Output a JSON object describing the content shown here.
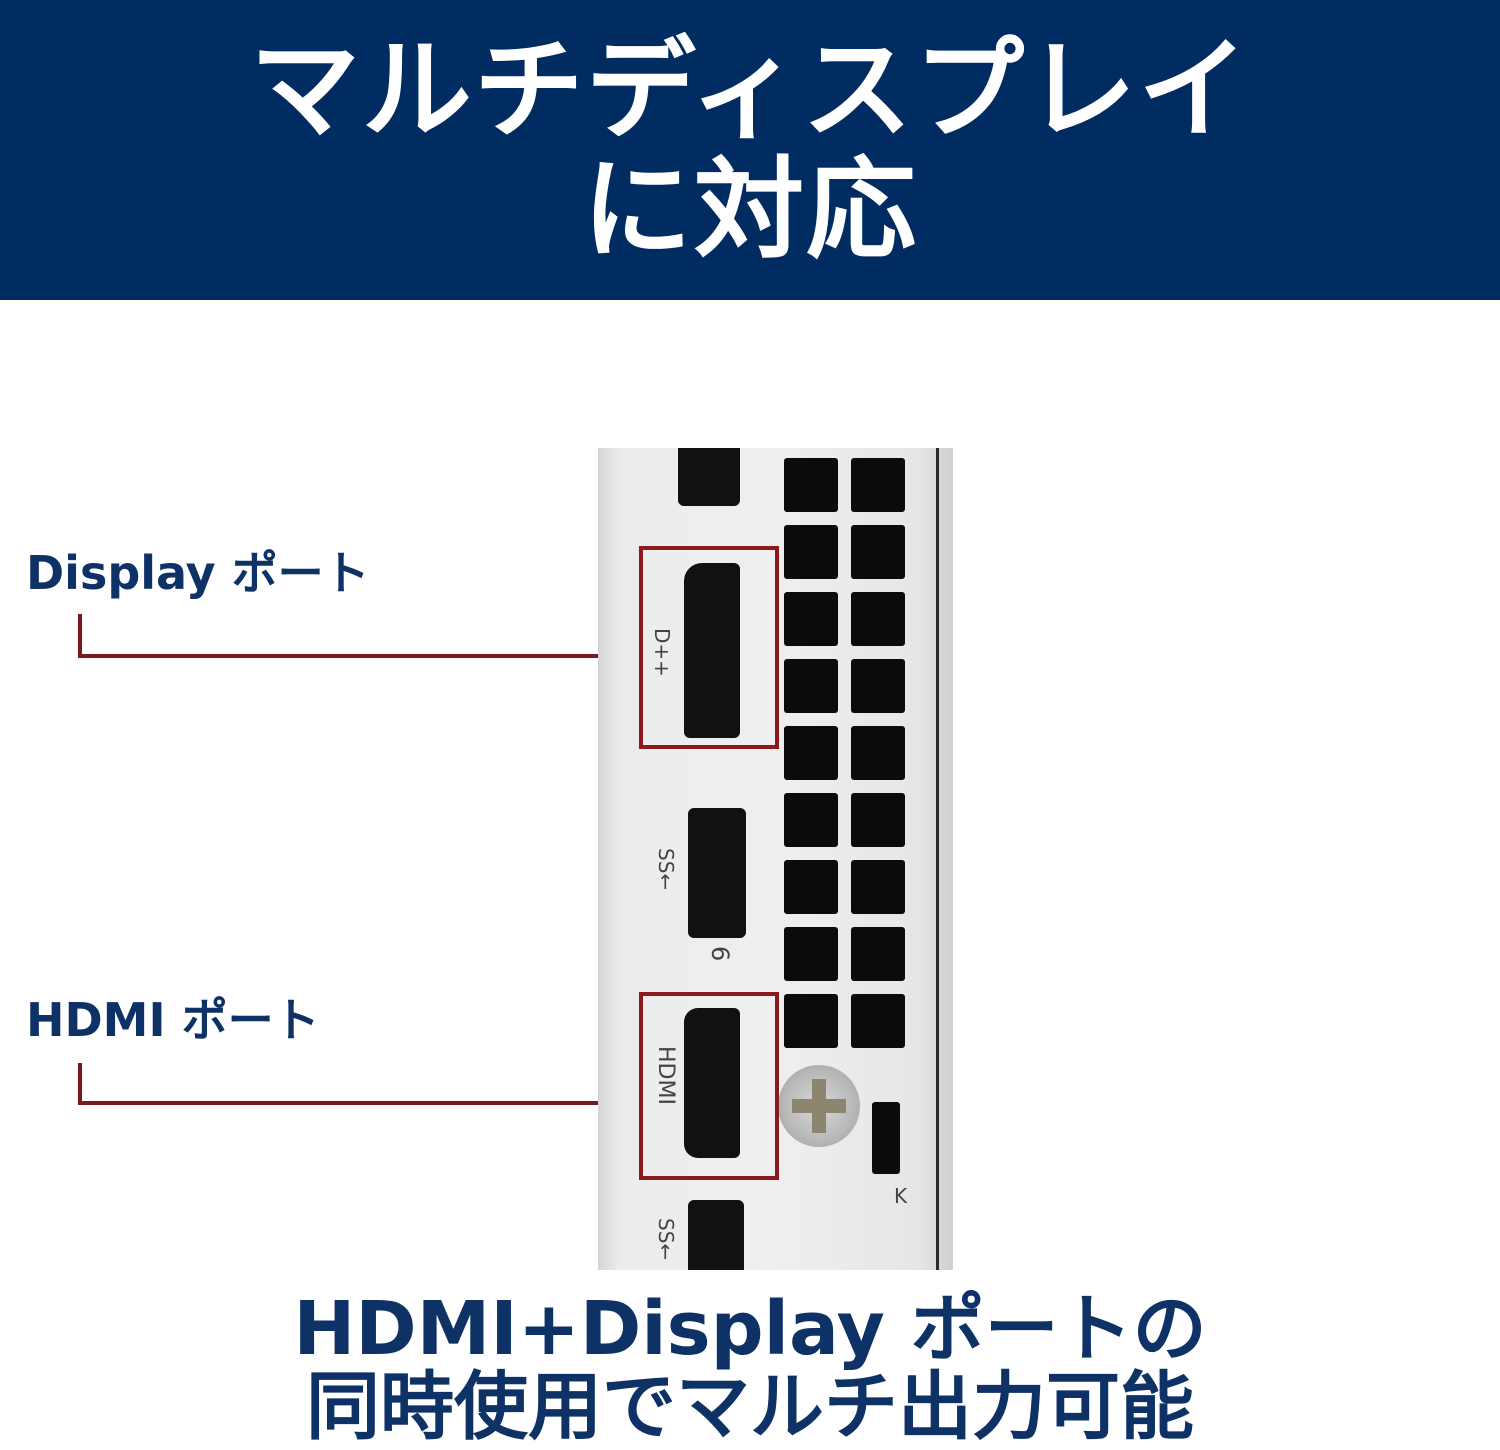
{
  "banner": {
    "line1": "マルチディスプレイ",
    "line2": "に対応",
    "background_color": "#002c61"
  },
  "callouts": [
    {
      "label": "Display ポート",
      "target": "displayport-connector"
    },
    {
      "label": "HDMI ポート",
      "target": "hdmi-connector"
    }
  ],
  "photo": {
    "silkscreen": {
      "dp": "D++",
      "usb1": "SS←",
      "usb_number": "6",
      "hdmi": "HDMI",
      "usb2": "SS←",
      "lock": "K"
    }
  },
  "caption": {
    "line1": "HDMI+Display ポートの",
    "line2": "同時使用でマルチ出力可能"
  },
  "colors": {
    "text_navy": "#0e3266",
    "highlight_red": "#8b1a1f"
  }
}
